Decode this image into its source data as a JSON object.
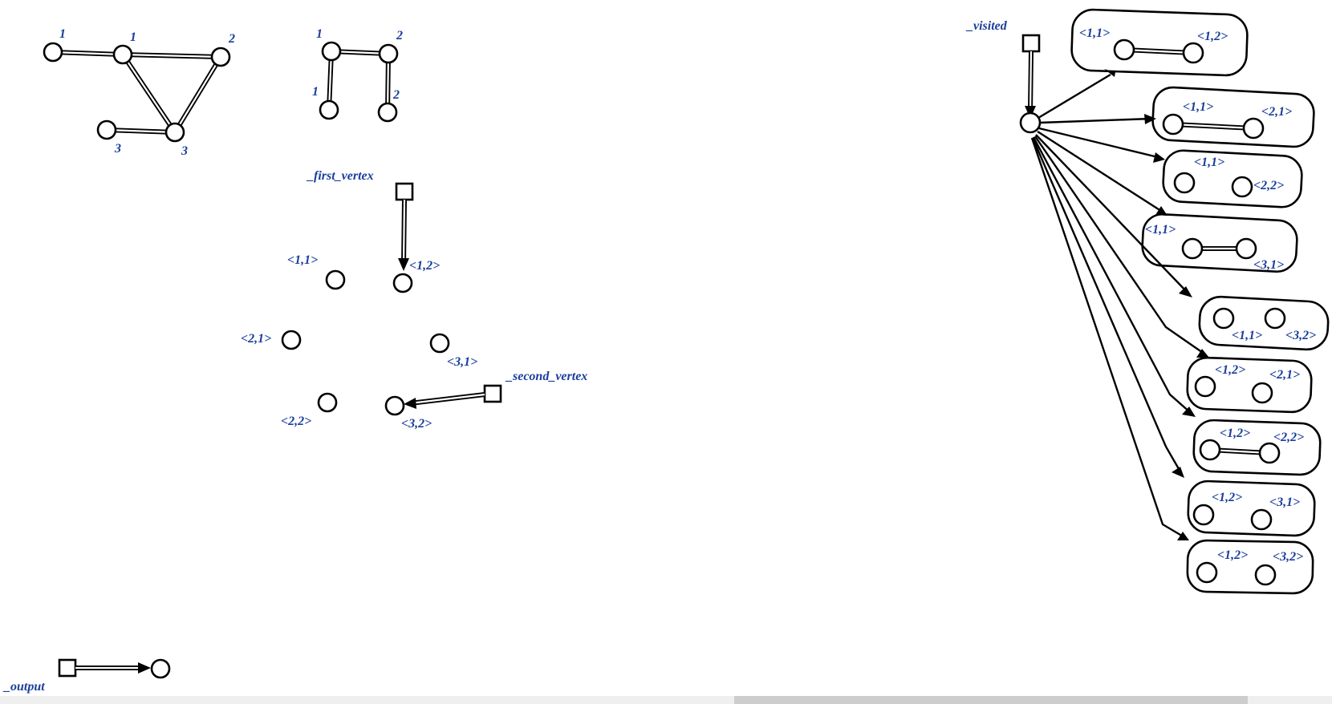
{
  "graph_a": {
    "labels": [
      "1",
      "1",
      "2",
      "3",
      "3"
    ]
  },
  "graph_b": {
    "labels": [
      "1",
      "2",
      "1",
      "2"
    ]
  },
  "first_vertex": {
    "label": "_first_vertex"
  },
  "second_vertex": {
    "label": "_second_vertex"
  },
  "output": {
    "label": "_output"
  },
  "visited": {
    "label": "_visited"
  },
  "pair_nodes": [
    "<1,1>",
    "<1,2>",
    "<2,1>",
    "<3,1>",
    "<2,2>",
    "<3,2>"
  ],
  "visited_pairs": [
    [
      "<1,1>",
      "<1,2>"
    ],
    [
      "<1,1>",
      "<2,1>"
    ],
    [
      "<1,1>",
      "<2,2>"
    ],
    [
      "<1,1>",
      "<3,1>"
    ],
    [
      "<1,1>",
      "<3,2>"
    ],
    [
      "<1,2>",
      "<2,1>"
    ],
    [
      "<1,2>",
      "<2,2>"
    ],
    [
      "<1,2>",
      "<3,1>"
    ],
    [
      "<1,2>",
      "<3,2>"
    ]
  ]
}
